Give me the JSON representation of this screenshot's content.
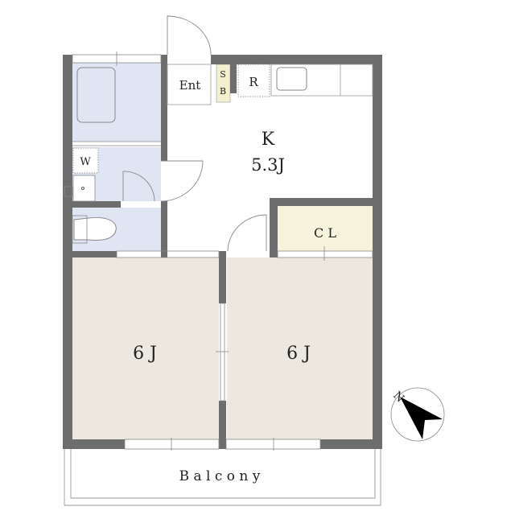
{
  "rooms": {
    "entrance": "Ent",
    "shoe_box_top": "S",
    "shoe_box_bottom": "B",
    "refrigerator": "R",
    "kitchen_label": "K",
    "kitchen_size": "5.3J",
    "washer": "W",
    "closet": "C L",
    "room_left": "6 J",
    "room_right": "6 J",
    "balcony": "B a l c o n y"
  },
  "compass": {
    "label": "N",
    "direction": "north-west"
  },
  "colors": {
    "wall": "#6d6d6d",
    "wet_area": "#dfe5f2",
    "closet": "#f6f3dc",
    "bedroom": "#ece8df",
    "shoe_box": "#f4efcf"
  }
}
